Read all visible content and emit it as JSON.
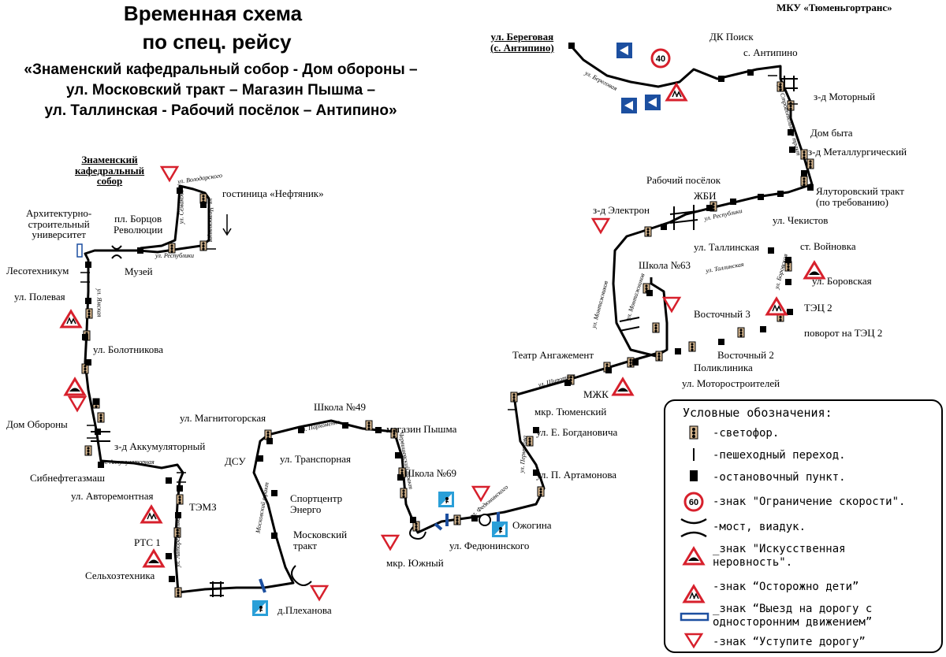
{
  "title": {
    "line1": "Временная схема",
    "line2": "по спец. рейсу",
    "line3": "«Знаменский кафедральный собор -  Дом обороны –",
    "line4": "ул. Московский тракт – Магазин Пышма –",
    "line5": "ул. Таллинская - Рабочий посёлок – Антипино»"
  },
  "organization": "МКУ «Тюменьгортранс»",
  "stops": {
    "beregovaya": "ул. Береговая\n(с. Антипино)",
    "dk_poisk": "ДК Поиск",
    "s_antipino": "с. Антипино",
    "z_motorny": "з-д Моторный",
    "dom_byta": "Дом быта",
    "z_metall": "з-д Металлургический",
    "yalutorovsky": "Ялуторовский тракт\n(по требованию)",
    "rabochiy": "Рабочий посёлок",
    "zhbi": "ЖБИ",
    "chekistov": "ул. Чекистов",
    "z_elektron": "з-д Электрон",
    "tallinskaya": "ул. Таллинская",
    "voynovka": "ст. Войновка",
    "shkola63": "Школа №63",
    "borovskaya": "ул. Боровская",
    "tec2": "ТЭЦ 2",
    "vostochny3": "Восточный 3",
    "povorot_tec2": "поворот на ТЭЦ 2",
    "vostochny2": "Восточный 2",
    "poliklinika": "Поликлиника",
    "motorostroiteley": "ул. Моторостроителей",
    "teatr": "Театр Ангажемент",
    "mzhk": "МЖК",
    "tyumensky": "мкр. Тюменский",
    "bogdanovicha": "ул. Е. Богдановича",
    "artamonova": "ул. П. Артамонова",
    "ozhogina": "Ожогина",
    "fedyuninskogo": "ул. Федюнинского",
    "yuzhny": "мкр. Южный",
    "shkola69": "Школа №69",
    "magazin_pyshma": "магазин Пышма",
    "shkola49": "Школа №49",
    "transportnaya": "ул. Транспорная",
    "magnitogorskaya": "ул. Магнитогорская",
    "dsu": "ДСУ",
    "sportcentr": "Спортцентр\nЭнерго",
    "moskovsky": "Московский\nтракт",
    "plekhanova": "д.Плеханова",
    "znamensky": "Знаменский\nкафедральный\nсобор",
    "neftyanik": "гостиница «Нефтяник»",
    "arkhitekturny": "Архитектурно-\nстроительный\nуниверситет",
    "borcov": "пл. Борцов\nРеволюции",
    "muzey": "Музей",
    "lesotekhnikum": "Лесотехникум",
    "polevaya": "ул. Полевая",
    "bolotnikova": "ул. Болотникова",
    "dom_oborony": "Дом Обороны",
    "z_akkumulyatorny": "з-д Аккумуляторный",
    "sibneftegaz": "Сибнефтегазмаш",
    "avtoremontnaya": "ул. Авторемонтная",
    "temz": "ТЭМЗ",
    "rts": "РТС 1",
    "selkhoztekhnika": "Сельхозтехника"
  },
  "streets": {
    "beregovaya": "ул. Береговая",
    "stroitelnaya": "ул. Стройотельный тракт",
    "respubliki1": "ул. Республики",
    "respubliki2": "ул. Республики",
    "volodarskogo": "ул. Володарского",
    "semakova": "ул. Семакова",
    "chelyuskintsev": "ул. Челюскинцев",
    "yamskaya": "ул. Ямская",
    "akkumulyatornaya": "ул. Аккумуляторная",
    "avtoremontnaya": "ул. Авторемонтная",
    "moskovsky_trakt": "Московский тракт",
    "parkhomenko": "ул. Пархоменко",
    "chervishevsky": "Червишевский тракт",
    "fedyuninskogo": "ул. Федюнинского",
    "permyakova": "ул. Пермякова",
    "shirotnaya": "ул. Широтная",
    "monetnaya": "ул. Монтажников",
    "montazhnikov2": "ул. Монтажников",
    "tallinskaya": "ул. Таллинская",
    "borovskaya": "ул. Боровская"
  },
  "legend": {
    "header": "Условные обозначения:",
    "traffic_light": "-светофор.",
    "crossing": "-пешеходный переход.",
    "stop": "-остановочный пункт.",
    "speed_value": "60",
    "speed": "-знак \"Ограничение скорости\".",
    "bridge": "-мост, виадук.",
    "bump": "_знак \"Искусственная\nнеровность\".",
    "children": "-знак “Осторожно дети”",
    "one_way": "_знак “Выезд на дорогу с\nодносторонним движением”",
    "yield": "-знак “Уступите дорогу”"
  },
  "speed_sign_value": "40",
  "colors": {
    "route": "#000000",
    "sign_red": "#d7202c",
    "sign_blue": "#1c4fa0",
    "sign_lightblue": "#2a9fd8"
  }
}
